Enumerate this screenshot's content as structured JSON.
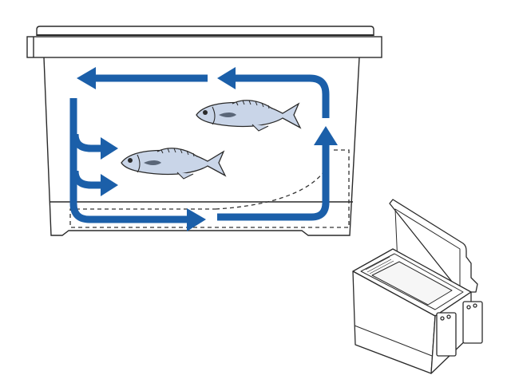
{
  "diagram": {
    "subject": "cooler-airflow",
    "colors": {
      "arrow": "#1b5fa9",
      "fish_body": "#c9d5e8",
      "outline": "#2a2a2a",
      "background": "#ffffff"
    },
    "icons": [
      "airflow-arrow",
      "fish",
      "cooler-box"
    ]
  }
}
